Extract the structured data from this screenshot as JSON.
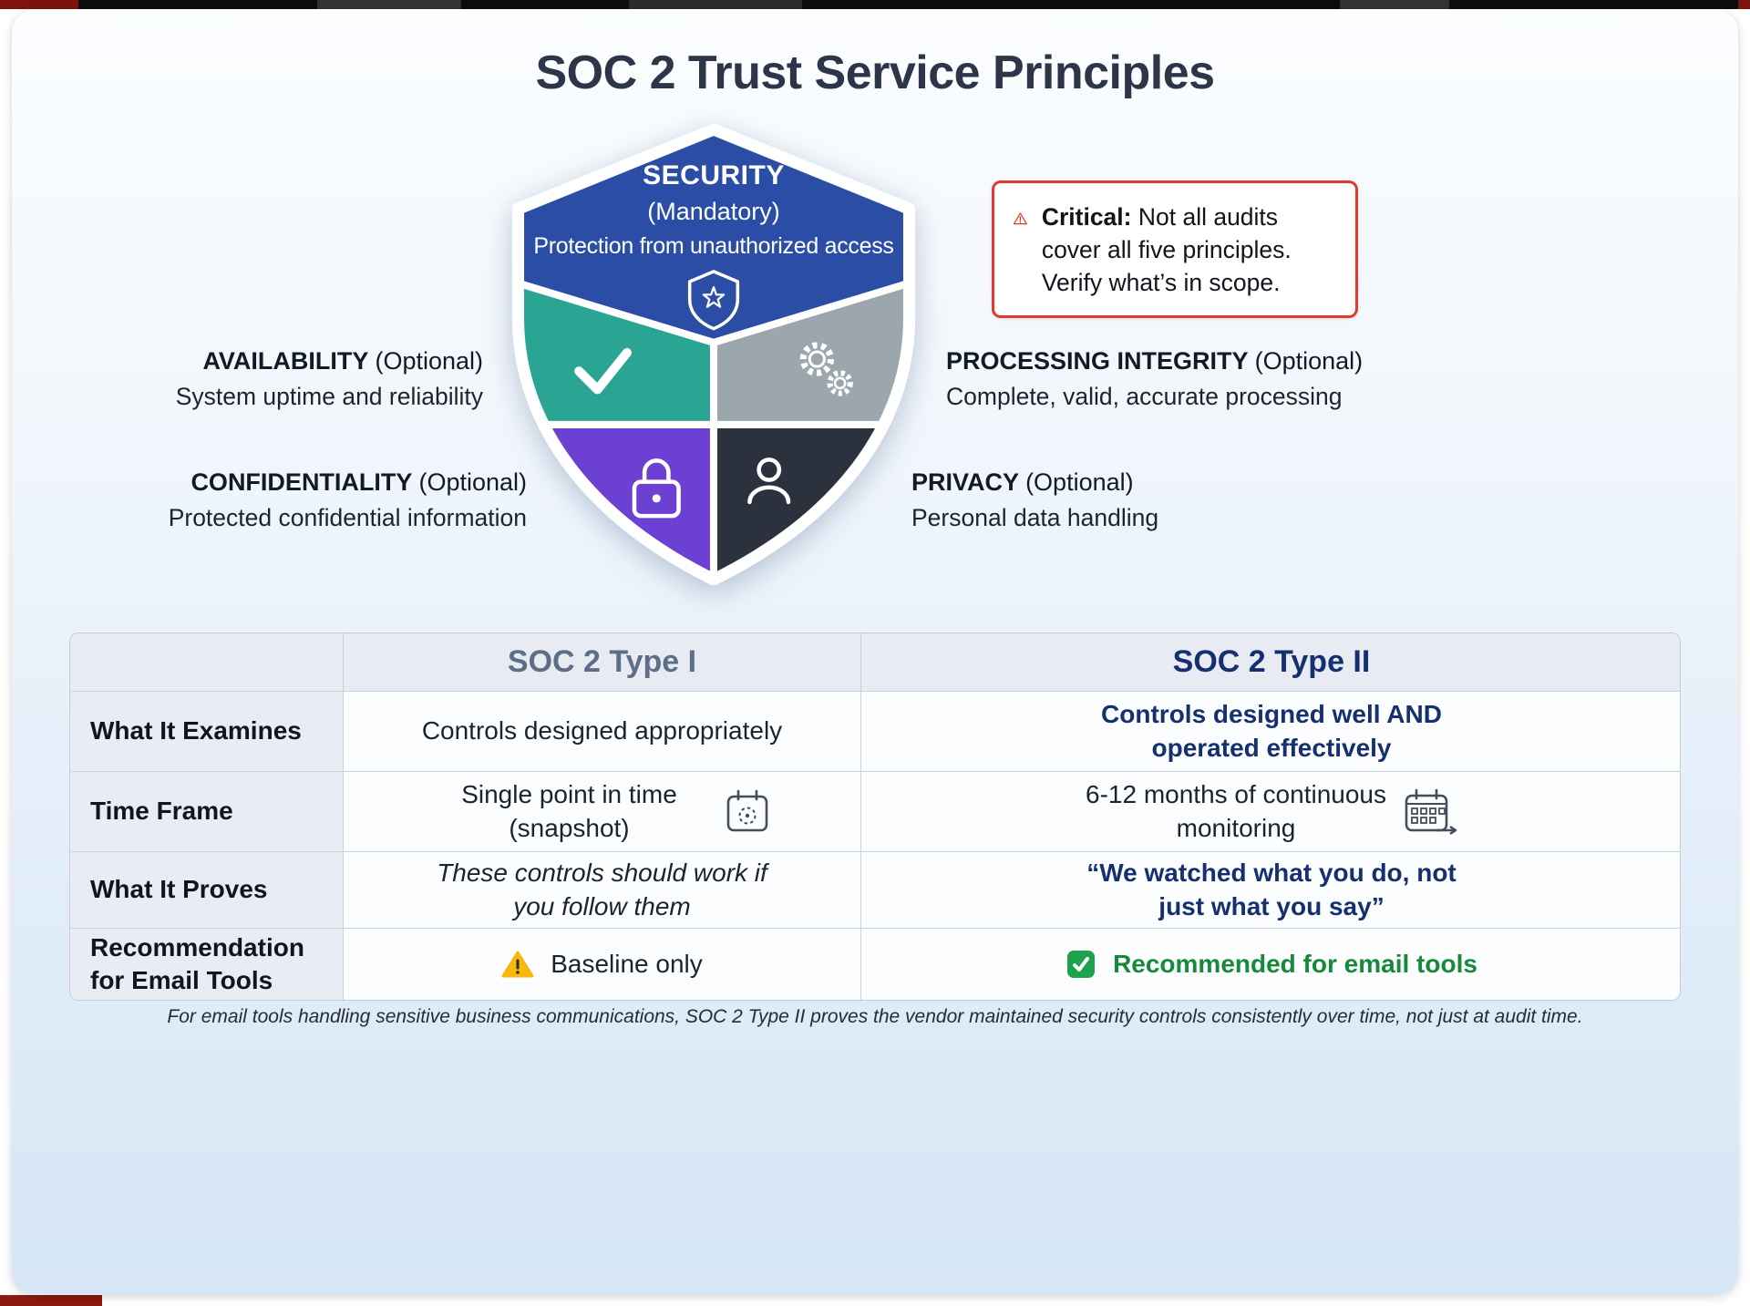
{
  "title": "SOC 2 Trust Service Principles",
  "callout": {
    "prefix": "Critical:",
    "body": "Not all audits cover all five principles. Verify what’s in scope."
  },
  "shield": {
    "security_name": "SECURITY",
    "security_tag": "(Mandatory)",
    "security_desc": "Protection from unauthorized access",
    "availability_name": "AVAILABILITY",
    "availability_tag": "(Optional)",
    "availability_desc": "System uptime and reliability",
    "processing_name": "PROCESSING INTEGRITY",
    "processing_tag": "(Optional)",
    "processing_desc": "Complete, valid, accurate processing",
    "confidentiality_name": "CONFIDENTIALITY",
    "confidentiality_tag": "(Optional)",
    "confidentiality_desc": "Protected confidential information",
    "privacy_name": "PRIVACY",
    "privacy_tag": "(Optional)",
    "privacy_desc": "Personal data handling"
  },
  "table": {
    "col1_header": "SOC 2 Type I",
    "col2_header": "SOC 2 Type II",
    "rows": [
      {
        "label": "What It Examines",
        "type1": "Controls designed appropriately",
        "type2": "Controls designed well AND operated effectively"
      },
      {
        "label": "Time Frame",
        "type1": "Single point in time (snapshot)",
        "type2": "6-12 months of continuous monitoring"
      },
      {
        "label": "What It Proves",
        "type1": "These controls should work if you follow them",
        "type2": "“We watched what you do, not just what you say”"
      },
      {
        "label": "Recommendation for Email Tools",
        "type1": "Baseline only",
        "type2": "Recommended for email tools"
      }
    ]
  },
  "footer": "For email tools handling sensitive business communications, SOC 2 Type II proves the vendor maintained security controls consistently over time, not just at audit time.",
  "icons": {
    "security": "shield-star",
    "availability": "checkmark",
    "processing_integrity": "gears",
    "confidentiality": "lock",
    "privacy": "person",
    "callout": "warning-triangle-red",
    "timeframe_type1": "calendar-snapshot",
    "timeframe_type2": "calendar-monitoring",
    "recommendation_type1": "warning-triangle-yellow",
    "recommendation_type2": "green-check"
  },
  "colors": {
    "security": "#2b4da5",
    "availability": "#2aa493",
    "processing_integrity": "#9ba6ad",
    "confidentiality": "#6b40d3",
    "privacy": "#2c323d",
    "callout_border": "#df3b30",
    "type2_accent": "#143070",
    "recommended_green": "#178a3a",
    "warning_yellow": "#f7b70c"
  }
}
